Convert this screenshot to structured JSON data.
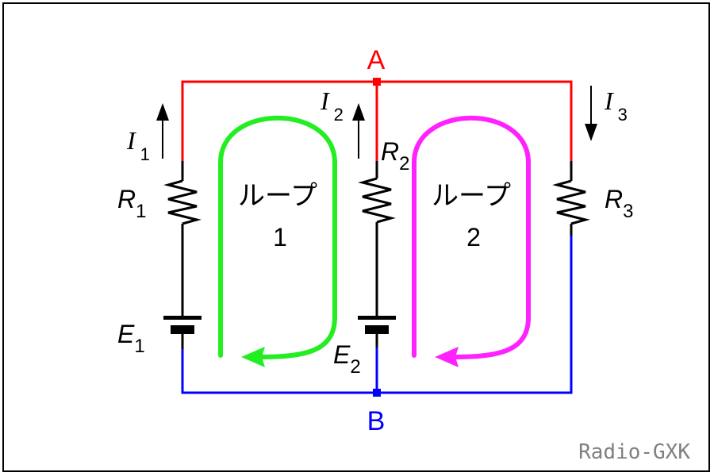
{
  "nodes": {
    "a": {
      "label": "A",
      "color": "#ff0000"
    },
    "b": {
      "label": "B",
      "color": "#0000ff"
    }
  },
  "currents": {
    "i1": {
      "symbol": "I",
      "sub": "1"
    },
    "i2": {
      "symbol": "I",
      "sub": "2"
    },
    "i3": {
      "symbol": "I",
      "sub": "3"
    }
  },
  "resistors": {
    "r1": {
      "symbol": "R",
      "sub": "1"
    },
    "r2": {
      "symbol": "R",
      "sub": "2"
    },
    "r3": {
      "symbol": "R",
      "sub": "3"
    }
  },
  "batteries": {
    "e1": {
      "symbol": "E",
      "sub": "1"
    },
    "e2": {
      "symbol": "E",
      "sub": "2"
    }
  },
  "loops": {
    "loop1": {
      "label": "ループ",
      "number": "1",
      "color": "#22ee22"
    },
    "loop2": {
      "label": "ループ",
      "number": "2",
      "color": "#ff22ff"
    }
  },
  "watermark": "Radio-GXK",
  "colors": {
    "top_wire": "#ff0000",
    "bottom_wire": "#0000ff",
    "component_wire": "#000000"
  }
}
